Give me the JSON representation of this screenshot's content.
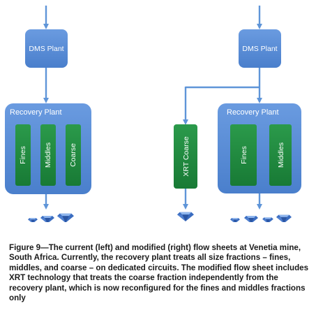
{
  "left": {
    "dms_label": "DMS Plant",
    "recovery_label": "Recovery Plant",
    "fractions": [
      "Fines",
      "Middles",
      "Coarse"
    ]
  },
  "right": {
    "dms_label": "DMS Plant",
    "xrt_label": "XRT Coarse",
    "recovery_label": "Recovery Plant",
    "fractions": [
      "Fines",
      "Middles"
    ]
  },
  "caption": "Figure 9—The current (left) and modified (right) flow sheets at Venetia mine, South Africa. Currently, the recovery plant treats all size fractions – fines, middles, and coarse – on dedicated circuits. The modified flow sheet includes XRT technology that treats the coarse fraction independently from the recovery plant, which is now reconfigured for the fines and middles fractions only",
  "colors": {
    "plant_blue": "#4f86d4",
    "arrow_blue": "#5f95d8",
    "fraction_green": "#1f8a3f",
    "diamond_blue": "#3a6cc0"
  }
}
